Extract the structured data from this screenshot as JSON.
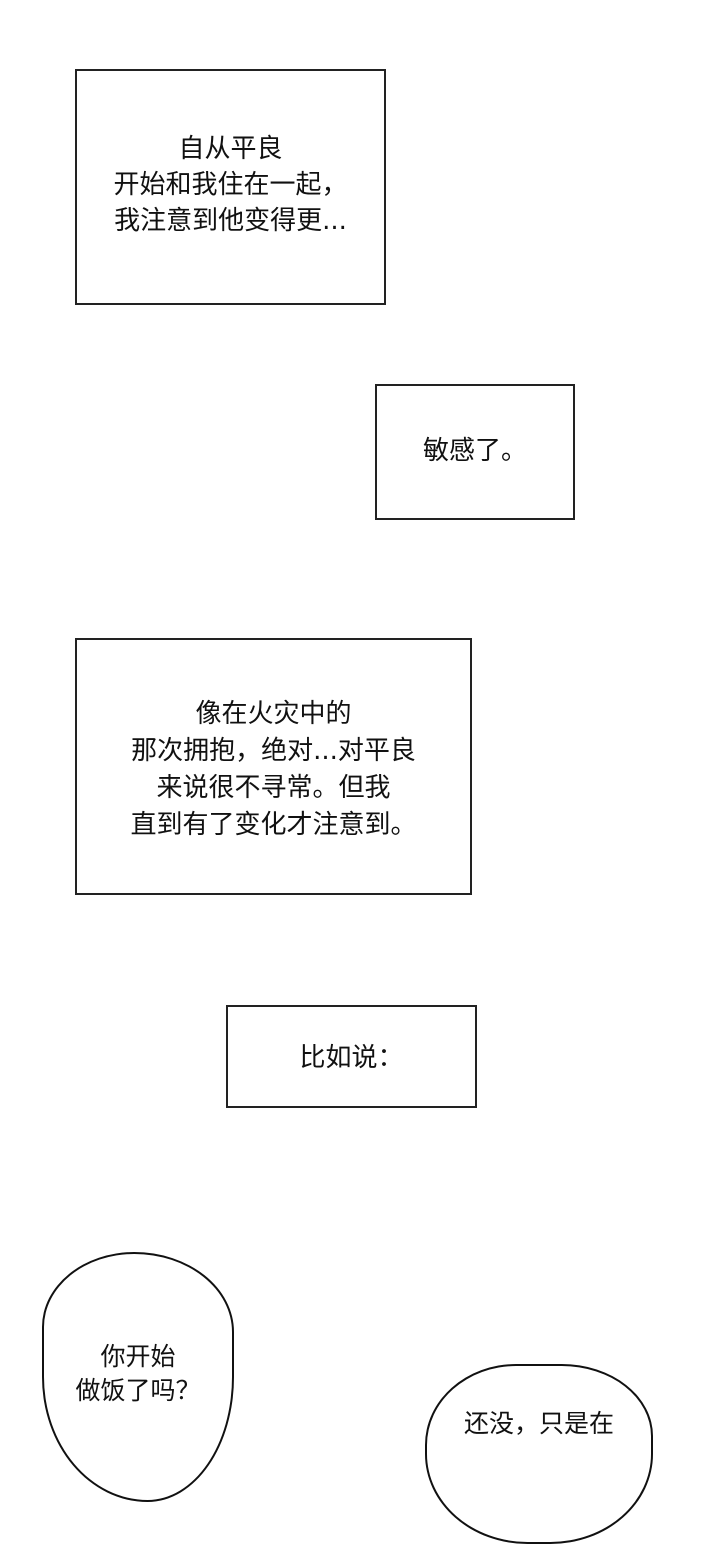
{
  "captions": [
    {
      "lines": [
        "自从平良",
        "开始和我住在一起，",
        "我注意到他变得更..."
      ]
    },
    {
      "lines": [
        "敏感了。"
      ]
    },
    {
      "lines": [
        "像在火灾中的",
        "那次拥抱，绝对...对平良",
        "来说很不寻常。但我",
        "直到有了变化才注意到。"
      ]
    },
    {
      "lines": [
        "比如说："
      ]
    }
  ],
  "bubbles": [
    {
      "lines": [
        "你开始",
        "做饭了吗？"
      ]
    },
    {
      "lines": [
        "还没，只是在"
      ]
    }
  ]
}
